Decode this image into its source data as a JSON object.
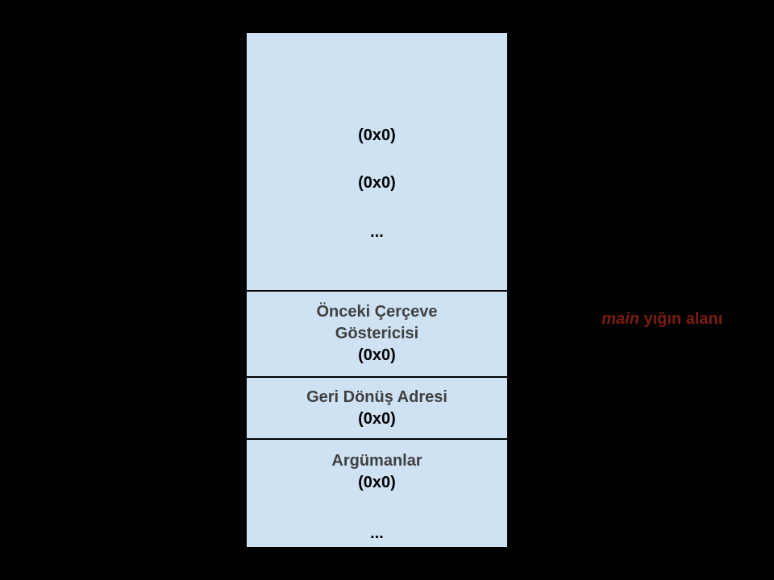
{
  "colors": {
    "background": "#000000",
    "box_fill": "#cfe2f3",
    "box_border": "#000000",
    "label_text": "#404040",
    "value_text": "#000000",
    "annotation_text": "#7b1d0e"
  },
  "stack_box": {
    "upper_region": {
      "value_1": "(0x0)",
      "value_2": "(0x0)",
      "more": "..."
    },
    "previous_frame_pointer": {
      "label_line1": "Önceki Çerçeve",
      "label_line2": "Göstericisi",
      "value": "(0x0)"
    },
    "return_address": {
      "label": "Geri Dönüş Adresi",
      "value": "(0x0)"
    },
    "arguments": {
      "label": "Argümanlar",
      "value": "(0x0)",
      "more": "..."
    }
  },
  "annotation": {
    "function_name": "main",
    "suffix": " yığın alanı"
  }
}
